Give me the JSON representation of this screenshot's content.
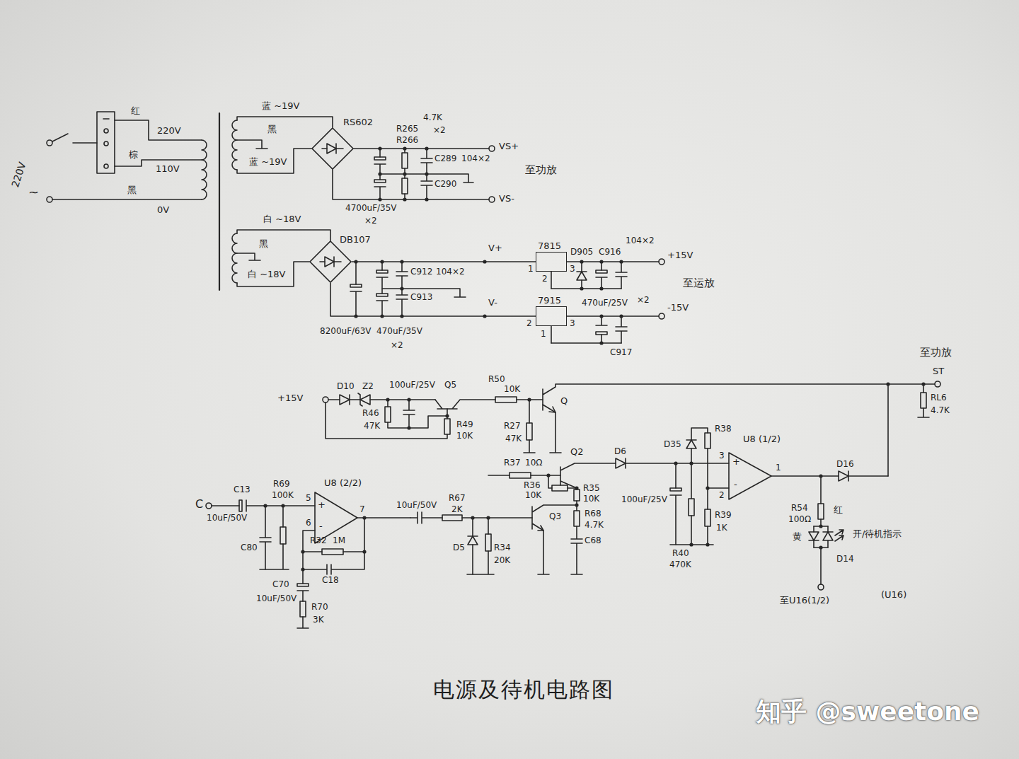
{
  "diagram": {
    "caption": "电源及待机电路图",
    "nodes": [
      {
        "text": [
          "RS602"
        ]
      },
      {
        "text": [
          "DB107"
        ]
      },
      {
        "text": [
          "7815"
        ]
      },
      {
        "text": [
          "7915"
        ]
      }
    ],
    "edges": [
      {
        "from": 1,
        "to": 2,
        "arrow": "none",
        "label": "V+"
      },
      {
        "from": 1,
        "to": 3,
        "arrow": "none",
        "label": "V-"
      }
    ],
    "labels": [
      "红",
      "220V",
      "棕",
      "110V",
      "黑",
      "0V",
      "220V",
      "~",
      "蓝 ~19V",
      "黑",
      "蓝 ~19V",
      "R265",
      "R266",
      "4.7K",
      "×2",
      "C289",
      "104×2",
      "C290",
      "VS+",
      "VS-",
      "至功放",
      "4700uF/35V",
      "×2",
      "白 ~18V",
      "黑",
      "白 ~18V",
      "C912",
      "104×2",
      "C913",
      "1",
      "2",
      "3",
      "D905",
      "C916",
      "104×2",
      "+15V",
      "至运放",
      "2",
      "1",
      "3",
      "470uF/25V",
      "×2",
      "-15V",
      "C917",
      "8200uF/63V",
      "470uF/35V",
      "×2",
      "+15V",
      "D10",
      "Z2",
      "100uF/25V",
      "Q5",
      "R46",
      "47K",
      "R49",
      "10K",
      "R50",
      "10K",
      "R27",
      "47K",
      "Q",
      "至功放",
      "ST",
      "RL6",
      "4.7K",
      "R37",
      "10Ω",
      "R36",
      "10K",
      "Q2",
      "R35",
      "10K",
      "D6",
      "D35",
      "R38",
      "U8 (1/2)",
      "3",
      "2",
      "+",
      "-",
      "1",
      "100uF/25V",
      "R40",
      "470K",
      "R39",
      "1K",
      "D16",
      "R54",
      "100Ω",
      "红",
      "黄",
      "开/待机指示",
      "D14",
      "至U16(1/2)",
      "(U16)",
      "C",
      "C13",
      "10uF/50V",
      "R69",
      "100K",
      "C80",
      "5",
      "6",
      "7",
      "+",
      "-",
      "U8 (2/2)",
      "R32",
      "1M",
      "C18",
      "C70",
      "10uF/50V",
      "R70",
      "3K",
      "10uF/50V",
      "R67",
      "2K",
      "D5",
      "R34",
      "20K",
      "Q3",
      "R68",
      "4.7K",
      "C68",
      "知乎 @sweetone"
    ]
  }
}
